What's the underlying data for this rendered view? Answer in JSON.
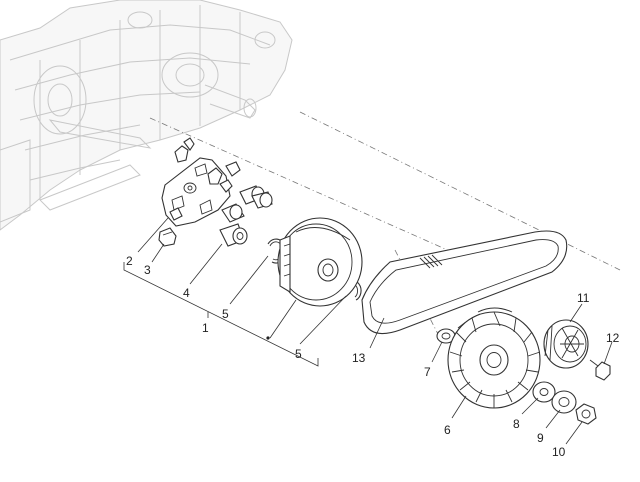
{
  "callouts": [
    {
      "id": "1",
      "text": "1"
    },
    {
      "id": "2",
      "text": "2"
    },
    {
      "id": "3",
      "text": "3"
    },
    {
      "id": "4",
      "text": "4"
    },
    {
      "id": "5a",
      "text": "5"
    },
    {
      "id": "5b",
      "text": "5"
    },
    {
      "id": "6",
      "text": "6"
    },
    {
      "id": "7",
      "text": "7"
    },
    {
      "id": "8",
      "text": "8"
    },
    {
      "id": "9",
      "text": "9"
    },
    {
      "id": "10",
      "text": "10"
    },
    {
      "id": "11",
      "text": "11"
    },
    {
      "id": "12",
      "text": "12"
    },
    {
      "id": "13",
      "text": "13"
    }
  ]
}
